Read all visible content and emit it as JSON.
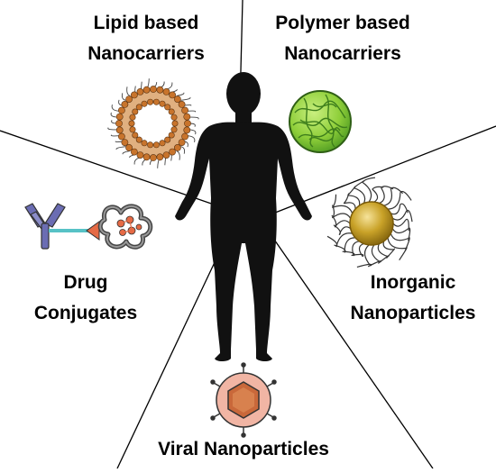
{
  "diagram": {
    "center_figure": "human-silhouette",
    "sections": [
      {
        "id": "lipid",
        "lines": [
          "Lipid based",
          "Nanocarriers"
        ],
        "icon": "liposome-icon"
      },
      {
        "id": "polymer",
        "lines": [
          "Polymer based",
          "Nanocarriers"
        ],
        "icon": "polymer-nanoparticle-icon"
      },
      {
        "id": "inorganic",
        "lines": [
          "Inorganic",
          "Nanoparticles"
        ],
        "icon": "inorganic-nanoparticle-icon"
      },
      {
        "id": "viral",
        "lines": [
          "Viral Nanoparticles"
        ],
        "icon": "virus-icon"
      },
      {
        "id": "drug",
        "lines": [
          "Drug",
          "Conjugates"
        ],
        "icon": "antibody-drug-conjugate-icon"
      }
    ]
  },
  "colors": {
    "lipid_head": "#c8742c",
    "lipid_tail": "#e0b080",
    "polymer_green": "#8fcf3a",
    "polymer_dark": "#3d7d1c",
    "gold_core": "#c9a228",
    "virus_outer": "#f1b5a4",
    "virus_inner": "#c9683a",
    "antibody": "#6b6db3",
    "linker": "#57c2c6",
    "drug_red": "#e56a45",
    "silhouette": "#111111"
  }
}
